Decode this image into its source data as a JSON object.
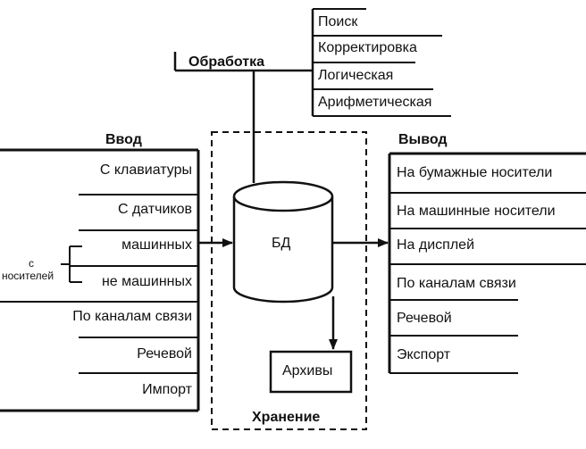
{
  "processing": {
    "title": "Обработка",
    "items": [
      "Поиск",
      "Корректировка",
      "Логическая",
      "Арифметическая"
    ]
  },
  "input": {
    "title": "Ввод",
    "items": [
      "С клавиатуры",
      "С датчиков",
      "машинных",
      "не машинных",
      "По каналам связи",
      "Речевой",
      "Импорт"
    ],
    "carrier_label_line1": "с",
    "carrier_label_line2": "носителей"
  },
  "output": {
    "title": "Вывод",
    "items": [
      "На бумажные носители",
      "На машинные носители",
      "На дисплей",
      "По каналам связи",
      "Речевой",
      "Экспорт"
    ]
  },
  "storage": {
    "title": "Хранение",
    "database": "БД",
    "archive": "Архивы"
  }
}
